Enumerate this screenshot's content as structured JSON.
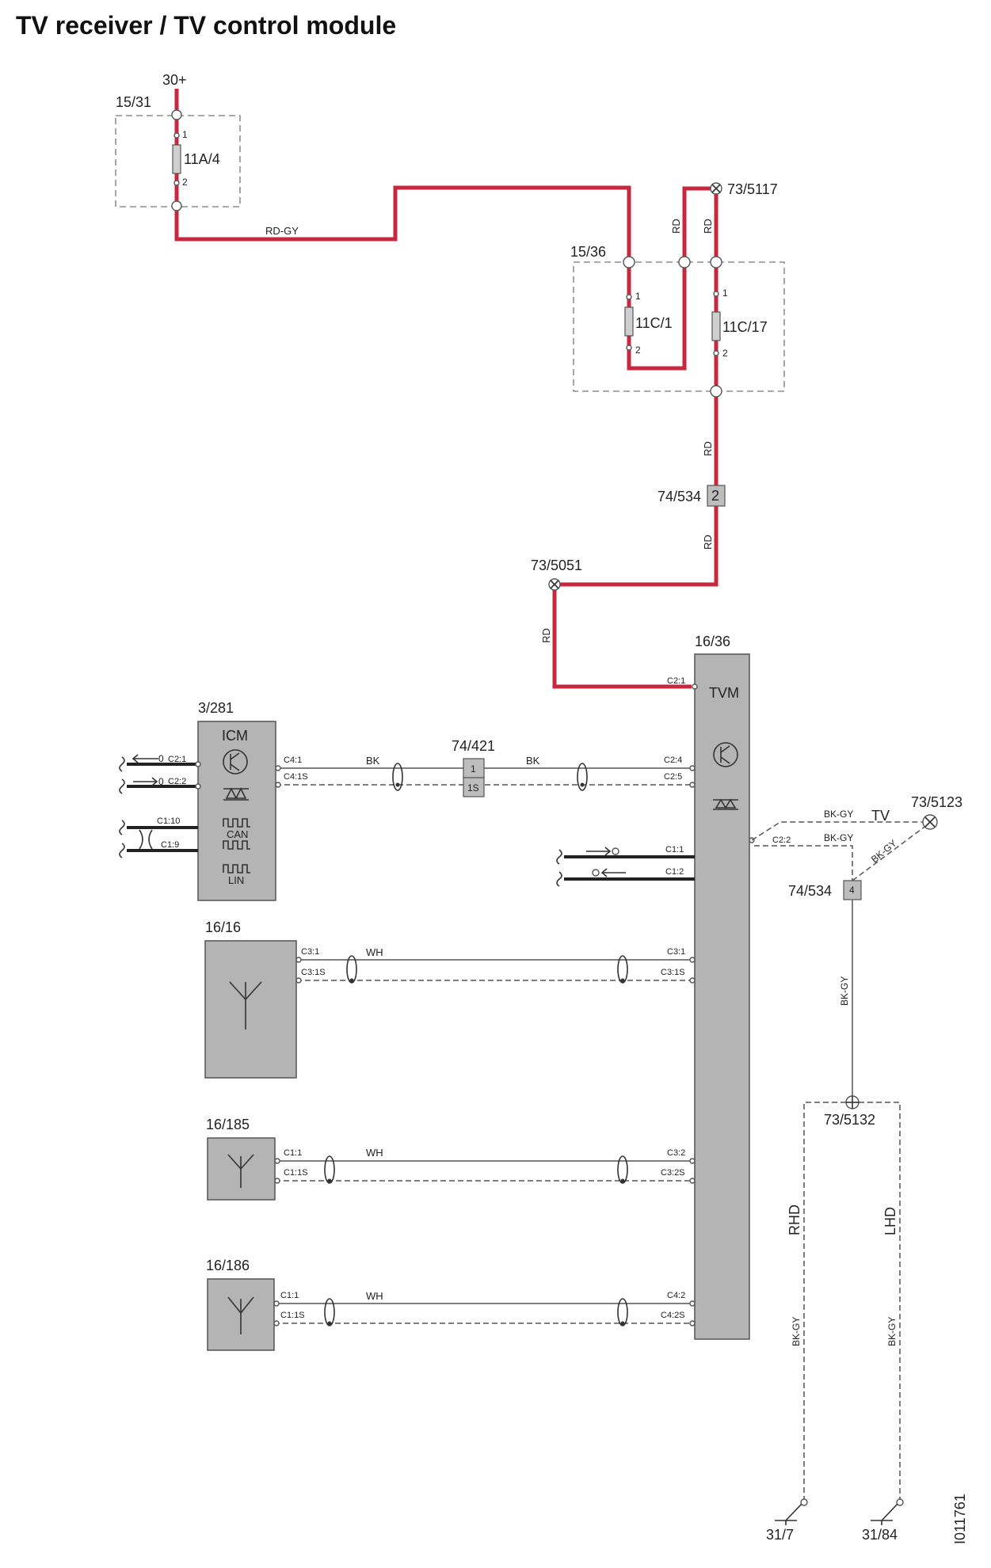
{
  "title": "TV receiver / TV control module",
  "doc_id": "I011761",
  "power": {
    "feed": "30+",
    "fuse_box_1": "15/31",
    "fuse_1": "11A/4",
    "fuse_box_2": "15/36",
    "fuse_2": "11C/1",
    "fuse_3": "11C/17",
    "pin_1": "1",
    "pin_2": "2",
    "splice_1": "73/5117",
    "connector_1": "74/534",
    "connector_1_pin": "2",
    "splice_2": "73/5051"
  },
  "wire_colors": {
    "rd_gy": "RD-GY",
    "rd": "RD",
    "bk": "BK",
    "wh": "WH",
    "bk_gy": "BK-GY"
  },
  "tvm": {
    "id": "16/36",
    "label": "TVM",
    "pins": {
      "c2_1": "C2:1",
      "c2_4": "C2:4",
      "c2_5": "C2:5",
      "c2_2": "C2:2",
      "c1_1": "C1:1",
      "c1_2": "C1:2",
      "c3_1": "C3:1",
      "c3_1s": "C3:1S",
      "c3_2": "C3:2",
      "c3_2s": "C3:2S",
      "c4_2": "C4:2",
      "c4_2s": "C4:2S"
    }
  },
  "icm": {
    "id": "3/281",
    "label": "ICM",
    "can": "CAN",
    "lin": "LIN",
    "pins": {
      "c4_1": "C4:1",
      "c4_1s": "C4:1S",
      "c2_1": "C2:1",
      "c2_2": "C2:2",
      "c1_10": "C1:10",
      "c1_9": "C1:9"
    },
    "zero": "0"
  },
  "connector_421": {
    "id": "74/421",
    "pin_a": "1",
    "pin_b": "1S"
  },
  "antenna_1": {
    "id": "16/16",
    "pin_a": "C3:1",
    "pin_b": "C3:1S"
  },
  "antenna_2": {
    "id": "16/185",
    "pin_a": "C1:1",
    "pin_b": "C1:1S"
  },
  "antenna_3": {
    "id": "16/186",
    "pin_a": "C1:1",
    "pin_b": "C1:1S"
  },
  "ground": {
    "tv": "TV",
    "splice_tv": "73/5123",
    "connector": "74/534",
    "connector_pin": "4",
    "splice_gnd": "73/5132",
    "rhd": "RHD",
    "lhd": "LHD",
    "ground_1": "31/7",
    "ground_2": "31/84"
  },
  "colors": {
    "power_wire": "#c8283e",
    "module_fill": "#b4b4b4"
  }
}
